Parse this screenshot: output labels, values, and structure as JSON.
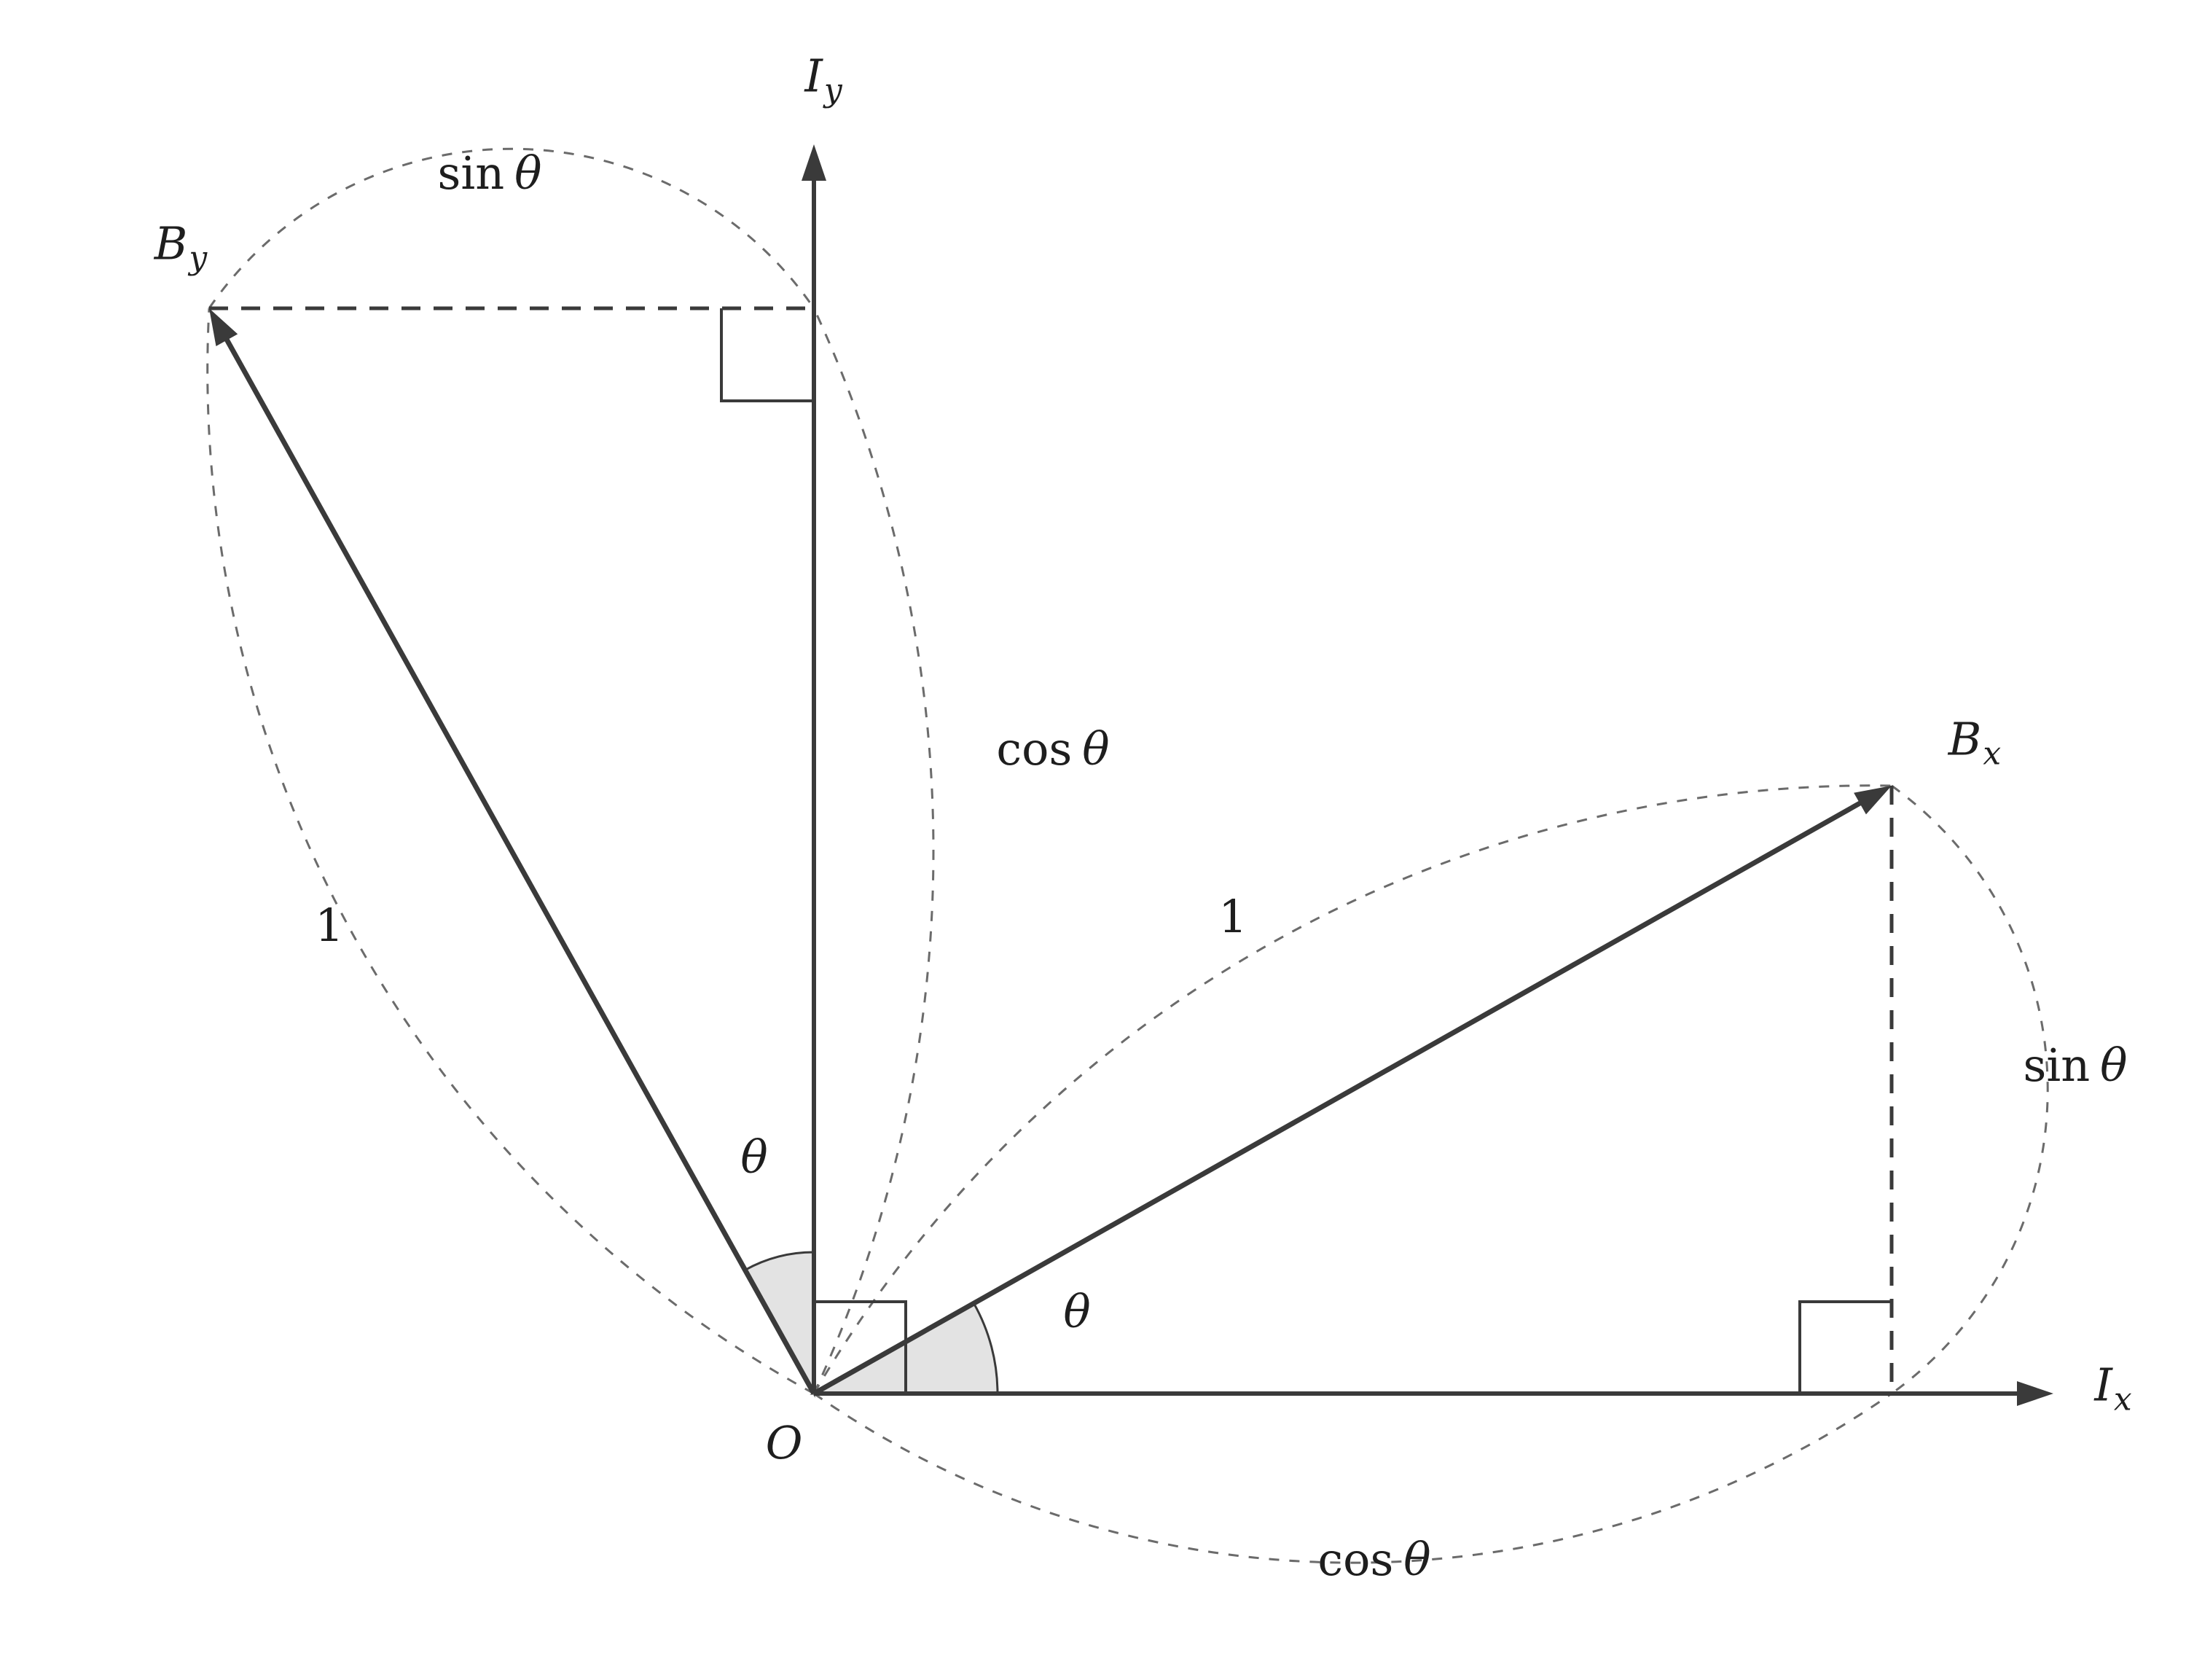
{
  "colors": {
    "background": "#ffffff",
    "line": "#3a3a3a",
    "dashed_arc": "#6b6b6b",
    "angle_fill": "#e3e3e3"
  },
  "labels": {
    "origin": "O",
    "axis_x": {
      "base": "I",
      "sub": "x"
    },
    "axis_y": {
      "base": "I",
      "sub": "y"
    },
    "vector_bx": {
      "base": "B",
      "sub": "x"
    },
    "vector_by": {
      "base": "B",
      "sub": "y"
    },
    "unit_left": "1",
    "unit_right": "1",
    "theta_left": "θ",
    "theta_right": "θ",
    "sin_top": {
      "fn": "sin",
      "arg": "θ"
    },
    "cos_mid": {
      "fn": "cos",
      "arg": "θ"
    },
    "sin_right": {
      "fn": "sin",
      "arg": "θ"
    },
    "cos_bottom": {
      "fn": "cos",
      "arg": "θ"
    }
  }
}
